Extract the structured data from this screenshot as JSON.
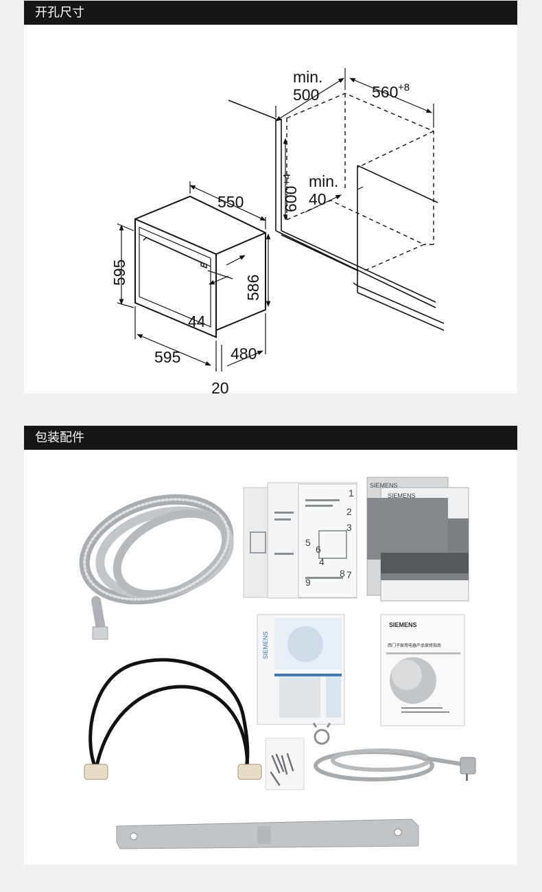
{
  "section1": {
    "title": "开孔尺寸",
    "dims": {
      "min500_min": "min.",
      "min500_val": "500",
      "w560": "560",
      "w560_sup": "+8",
      "h600": "600",
      "h600_sup": "+4",
      "min40_min": "min.",
      "min40_val": "40",
      "d550": "550",
      "h595": "595",
      "h586": "586",
      "d44": "44",
      "w595": "595",
      "d480": "480",
      "d20": "20"
    }
  },
  "section2": {
    "title": "包装配件",
    "items": [
      {
        "name": "drain hose"
      },
      {
        "name": "instruction manuals"
      },
      {
        "name": "user manuals"
      },
      {
        "name": "quick guide"
      },
      {
        "name": "warranty booklet"
      },
      {
        "name": "inlet hose"
      },
      {
        "name": "screws"
      },
      {
        "name": "hose clamp"
      },
      {
        "name": "power cord"
      },
      {
        "name": "mounting plate"
      }
    ],
    "brand": "SIEMENS",
    "warranty_title": "西门子家用电器产品保修指南"
  }
}
